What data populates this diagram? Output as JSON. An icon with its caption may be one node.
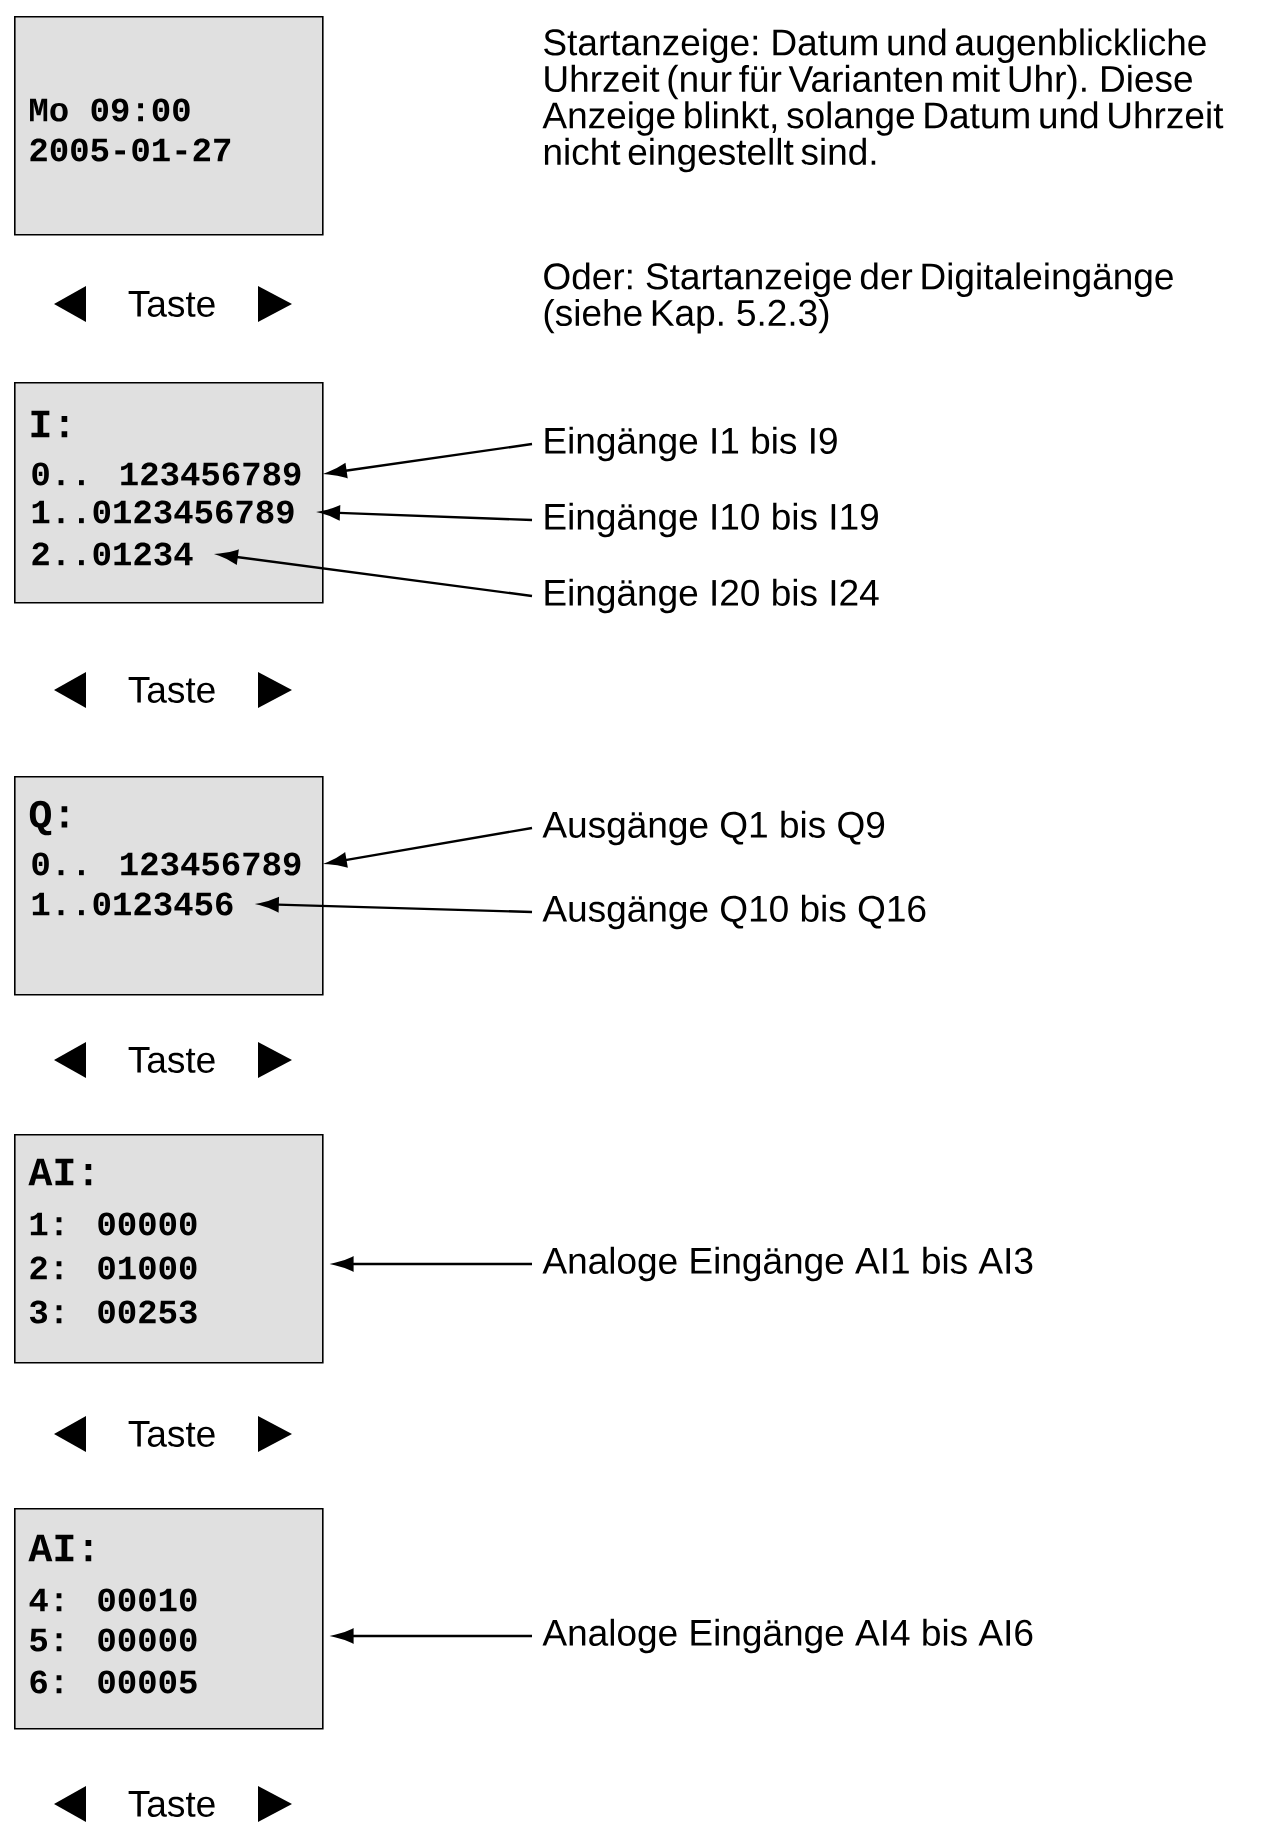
{
  "diagram": {
    "nodes": [
      {
        "text": [
          "Mo 09:00",
          "2005-01-27"
        ]
      },
      {
        "text": [
          "I:"
        ]
      },
      {
        "text": [
          "0.. 123456789"
        ],
        "in": 1
      },
      {
        "text": [
          "1..0123456789"
        ],
        "in": 1
      },
      {
        "text": [
          "2..01234"
        ],
        "in": 1
      },
      {
        "text": [
          "Eingänge I1 bis I9"
        ]
      },
      {
        "text": [
          "Eingänge I10 bis I19"
        ]
      },
      {
        "text": [
          "Eingänge I20 bis I24"
        ]
      },
      {
        "text": [
          "Q:"
        ]
      },
      {
        "text": [
          "0.. 123456789"
        ],
        "in": 8
      },
      {
        "text": [
          "1..0123456"
        ],
        "in": 8
      },
      {
        "text": [
          "Ausgänge Q1 bis Q9"
        ]
      },
      {
        "text": [
          "Ausgänge Q10 bis Q16"
        ]
      },
      {
        "text": [
          "AI:",
          "1: 00000",
          "2: 01000",
          "3: 00253"
        ]
      },
      {
        "text": [
          "Analoge Eingänge AI1 bis AI3"
        ]
      },
      {
        "text": [
          "AI:",
          "4: 00010",
          "5: 00000",
          "6: 00005"
        ]
      },
      {
        "text": [
          "Analoge Eingänge AI4 bis AI6"
        ]
      }
    ],
    "edges": [
      {
        "from": 5,
        "to": 2,
        "arrow": "to"
      },
      {
        "from": 6,
        "to": 3,
        "arrow": "to"
      },
      {
        "from": 7,
        "to": 4,
        "arrow": "to"
      },
      {
        "from": 11,
        "to": 9,
        "arrow": "to"
      },
      {
        "from": 12,
        "to": 10,
        "arrow": "to"
      },
      {
        "from": 14,
        "to": 13,
        "arrow": "to"
      },
      {
        "from": 16,
        "to": 15,
        "arrow": "to"
      }
    ],
    "labels": [
      "Startanzeige: Datum und augenblickliche Uhrzeit (nur für Varianten mit Uhr). Diese Anzeige blinkt, solange Datum und Uhrzeit nicht eingestellt sind.",
      "Oder: Startanzeige der Digitaleingänge (siehe Kap. 5.2.3)",
      "Taste",
      "Taste",
      "Taste",
      "Taste",
      "Taste"
    ]
  }
}
